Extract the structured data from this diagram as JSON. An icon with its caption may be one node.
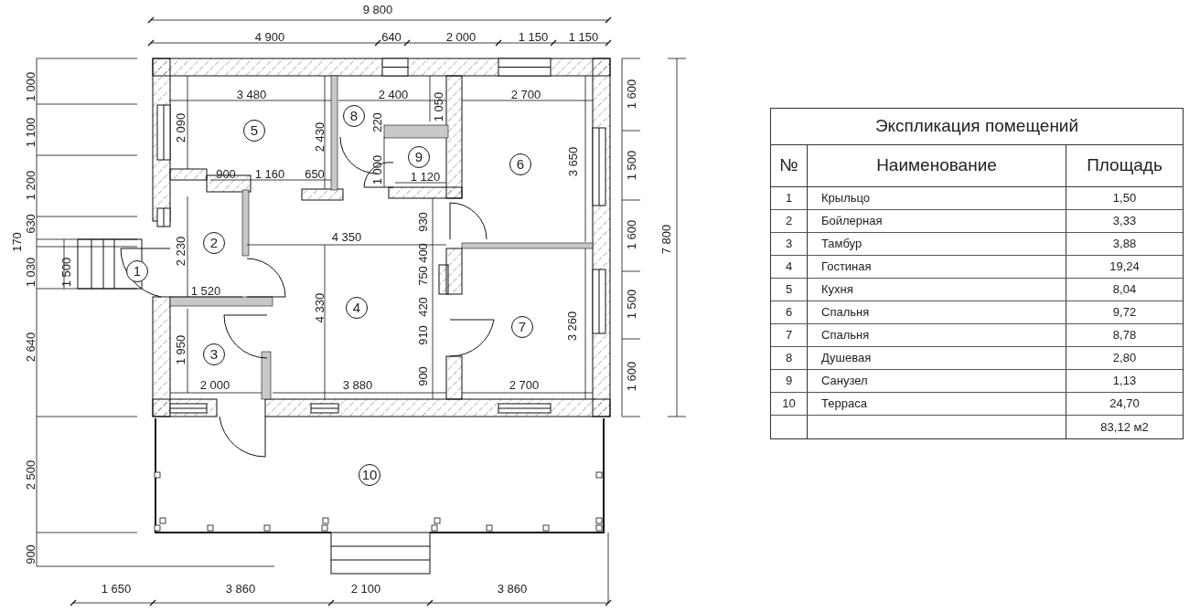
{
  "diagram": {
    "nodes": [
      {
        "text": [
          "1"
        ]
      },
      {
        "text": [
          "2"
        ]
      },
      {
        "text": [
          "3"
        ]
      },
      {
        "text": [
          "4"
        ]
      },
      {
        "text": [
          "5"
        ]
      },
      {
        "text": [
          "6"
        ]
      },
      {
        "text": [
          "7"
        ]
      },
      {
        "text": [
          "8"
        ]
      },
      {
        "text": [
          "9"
        ]
      },
      {
        "text": [
          "10"
        ]
      }
    ],
    "labels": [
      "9 800",
      "4 900",
      "640",
      "2 000",
      "1 150",
      "1 150",
      "3 480",
      "2 400",
      "1 050",
      "2 700",
      "2 090",
      "2 430",
      "220",
      "1 000",
      "900",
      "1 160",
      "650",
      "1 120",
      "3 650",
      "930",
      "4 350",
      "2 230",
      "400",
      "1 520",
      "750",
      "4 330",
      "420",
      "910",
      "3 260",
      "1 950",
      "2 000",
      "3 880",
      "900",
      "2 700",
      "1 000",
      "1 100",
      "1 200",
      "630",
      "170",
      "1 030",
      "1 500",
      "2 640",
      "2 500",
      "900",
      "1 600",
      "1 500",
      "1 600",
      "1 500",
      "1 600",
      "7 800",
      "1 650",
      "3 860",
      "2 100",
      "3 860",
      "Экспликация помещений",
      "№",
      "Наименование",
      "Площадь",
      "1",
      "Крыльцо",
      "1,50",
      "2",
      "Бойлерная",
      "3,33",
      "3",
      "Тамбур",
      "3,88",
      "4",
      "Гостиная",
      "19,24",
      "5",
      "Кухня",
      "8,04",
      "6",
      "Спальня",
      "9,72",
      "7",
      "Спальня",
      "8,78",
      "8",
      "Душевая",
      "2,80",
      "9",
      "Санузел",
      "1,13",
      "10",
      "Терраса",
      "24,70",
      "83,12 м2"
    ]
  }
}
